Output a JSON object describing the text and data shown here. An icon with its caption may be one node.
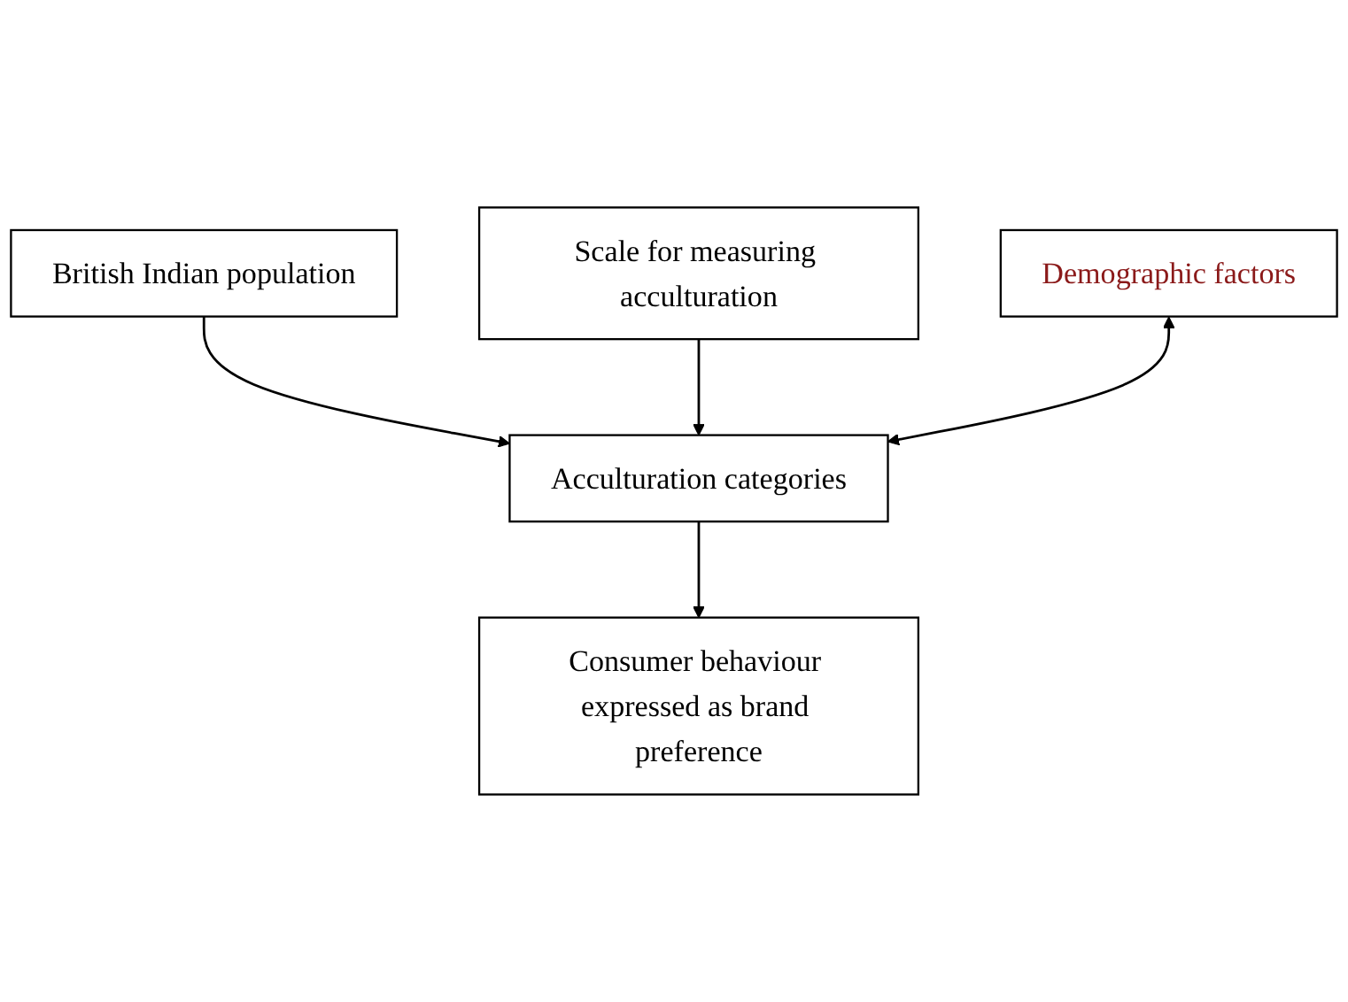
{
  "diagram": {
    "nodes": [
      {
        "text": [
          "British Indian population"
        ]
      },
      {
        "text": [
          "Scale for measuring acculturation"
        ]
      },
      {
        "text": [
          "Demographic factors"
        ]
      },
      {
        "text": [
          "Acculturation categories"
        ]
      },
      {
        "text": [
          "Consumer behaviour expressed as brand preference"
        ]
      }
    ],
    "edges": [
      {
        "from": 0,
        "to": 3,
        "arrow": "to"
      },
      {
        "from": 1,
        "to": 3,
        "arrow": "to"
      },
      {
        "from": 2,
        "to": 3,
        "arrow": "both"
      },
      {
        "from": 3,
        "to": 4,
        "arrow": "to"
      }
    ]
  }
}
